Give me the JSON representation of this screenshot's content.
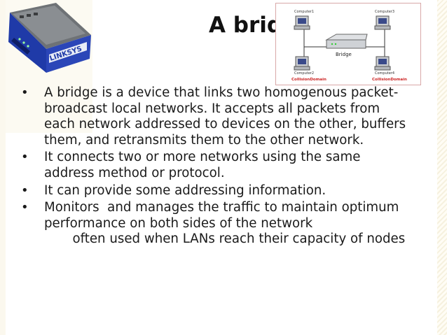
{
  "slide": {
    "title": "A brid",
    "bullets": [
      "A bridge is a device that links two homogenous packet-broadcast local networks. It accepts all packets from each network addressed to devices on the other, buffers them, and retransmits them to the other network.",
      "It connects two or more networks using the same address method or protocol.",
      "It can provide some addressing information.",
      "Monitors  and manages the traffic to maintain optimum performance on both sides of the network\n       often used when LANs reach their capacity of nodes"
    ],
    "router_brand": "LINKSYS",
    "diagram": {
      "device_label": "Bridge",
      "computers": [
        "Computer1",
        "Computer3",
        "Computer2",
        "Computer4"
      ],
      "domains": [
        "CollisionDomain",
        "CollisionDomain"
      ]
    }
  },
  "colors": {
    "router_body": "#2b46b8",
    "diagram_border": "#d8a8a8",
    "domain_label": "#cc2222"
  }
}
